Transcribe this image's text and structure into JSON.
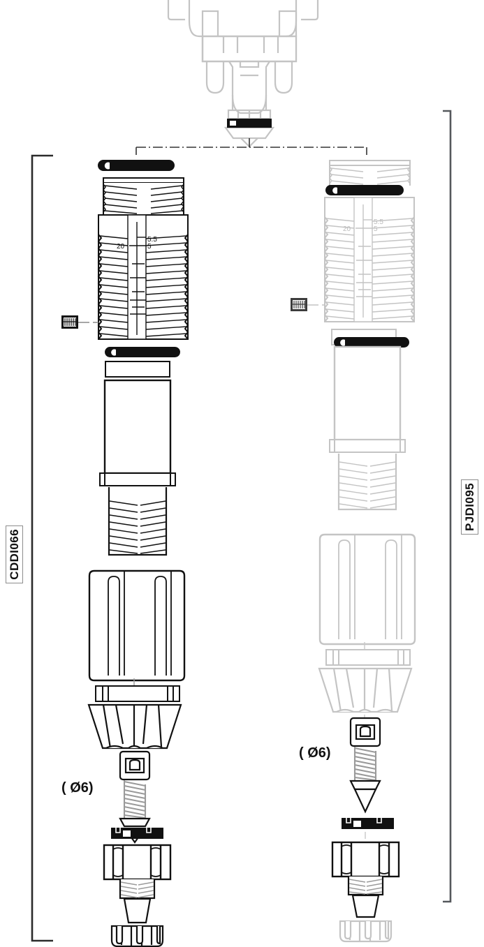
{
  "document": {
    "type": "exploded-assembly-drawing",
    "title": "Exploded parts diagram - two variant columns"
  },
  "labels": {
    "left": {
      "code": "CDDI066",
      "orientation": "vertical",
      "bracket": "left-side-vertical-bracket"
    },
    "right": {
      "code": "PJDI095",
      "orientation": "vertical",
      "bracket": "right-side-vertical-bracket"
    }
  },
  "callouts": {
    "left_diameter": "( Ø6)",
    "right_diameter": "( Ø6)"
  },
  "scale_left": {
    "top_value": "5.5",
    "left_value": "20",
    "right_value": "5"
  },
  "scale_right": {
    "top_value": "5.5",
    "left_value": "20",
    "right_value": "5"
  },
  "colors": {
    "ink": "#111111",
    "ghost": "#bcbcbc",
    "ghost_light": "#d2d2d2",
    "band": "#111111",
    "frame": "#8d8d8d",
    "centerline": "#333333"
  },
  "columns": {
    "left": {
      "state": "active",
      "parts": [
        "seal-band-top",
        "threaded-nipple",
        "graduated-barrel",
        "seal-band-mid",
        "collar-ring",
        "plain-body-tube",
        "flange",
        "threaded-stem",
        "knurled-grip",
        "spacer-ring",
        "tapered-collet",
        "pin-head",
        "coil-spring",
        "cone-tip",
        "black-clip-band",
        "hex-nut-body",
        "barbed-outlet",
        "knurled-cap"
      ]
    },
    "right": {
      "state": "ghosted",
      "parts": [
        "threaded-nipple",
        "seal-band-top",
        "graduated-barrel",
        "collar-ring",
        "seal-band-mid",
        "plain-body-tube",
        "flange",
        "threaded-stem",
        "knurled-grip",
        "spacer-ring",
        "tapered-collet",
        "pin-head",
        "coil-spring",
        "cone-tip",
        "black-clip-band",
        "hex-nut-body",
        "barbed-outlet",
        "knurled-cap"
      ]
    }
  },
  "top_assembly": {
    "state": "ghosted",
    "name": "manifold-head-assembly",
    "has_black_band": true
  },
  "annotations": {
    "insert_icon_left": "threaded-insert-icon",
    "insert_icon_right": "threaded-insert-icon",
    "centerline": "dash-dot-branch-line"
  }
}
